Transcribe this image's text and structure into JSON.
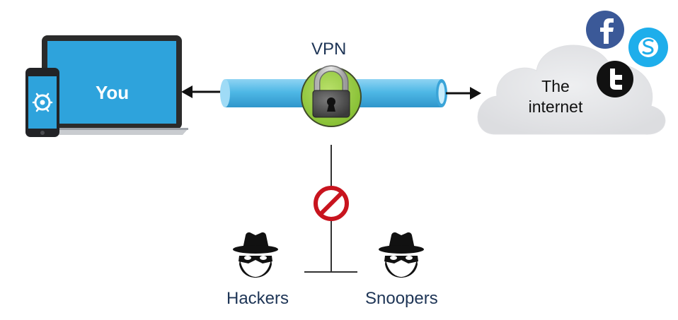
{
  "diagram": {
    "labels": {
      "vpn": "VPN",
      "you": "You",
      "internet": "The internet",
      "hackers": "Hackers",
      "snoopers": "Snoopers"
    },
    "icons": {
      "laptop": "laptop-icon",
      "phone": "smartphone-icon",
      "lock": "padlock-icon",
      "cloud": "cloud-icon",
      "facebook": "facebook-icon",
      "skype": "skype-icon",
      "twitter": "twitter-icon",
      "blocked": "no-entry-icon",
      "spy": "spy-icon"
    },
    "colors": {
      "laptop_screen": "#2ea3dc",
      "tunnel": "#4fb8e6",
      "lock_circle": "#9ed04a",
      "blocked_sign": "#c8141e",
      "facebook": "#3b5998",
      "skype": "#1eaeeb",
      "twitter": "#111111",
      "cloud": "#e6e7e9"
    }
  }
}
